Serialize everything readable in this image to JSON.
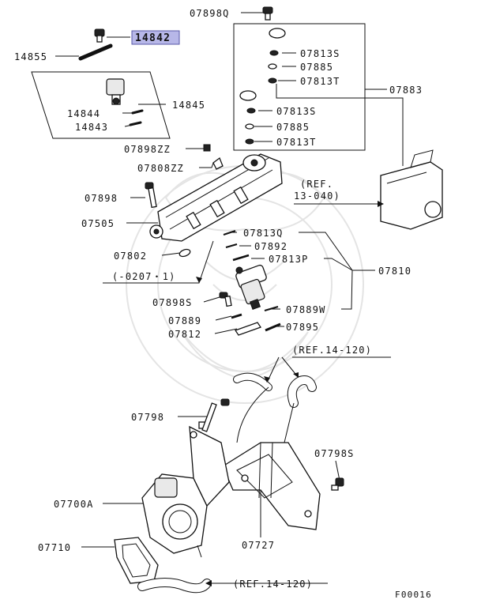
{
  "highlight_color": "#b7b7e8",
  "labels": {
    "p07898Q": "07898Q",
    "p14842": "14842",
    "p14855": "14855",
    "p07813S_a": "07813S",
    "p07885_a": "07885",
    "p07813T_a": "07813T",
    "p07883": "07883",
    "p14844": "14844",
    "p14845": "14845",
    "p14843": "14843",
    "p07813S_b": "07813S",
    "p07885_b": "07885",
    "p07813T_b": "07813T",
    "p07898ZZ": "07898ZZ",
    "p07808ZZ": "07808ZZ",
    "ref1_a": "(REF.",
    "ref1_b": "13-040)",
    "p07898": "07898",
    "p07505": "07505",
    "p07813Q": "07813Q",
    "p07802": "07802",
    "p07892": "07892",
    "p07813P": "07813P",
    "date": "(-0207・1)",
    "p07810": "07810",
    "p07898S": "07898S",
    "p07889W": "07889W",
    "p07889": "07889",
    "p07895": "07895",
    "p07812": "07812",
    "ref2": "(REF.14-120)",
    "p07798": "07798",
    "p07798S": "07798S",
    "p07700A": "07700A",
    "p07710": "07710",
    "p07727": "07727",
    "ref3": "(REF.14-120)",
    "fig_id": "F00016"
  }
}
